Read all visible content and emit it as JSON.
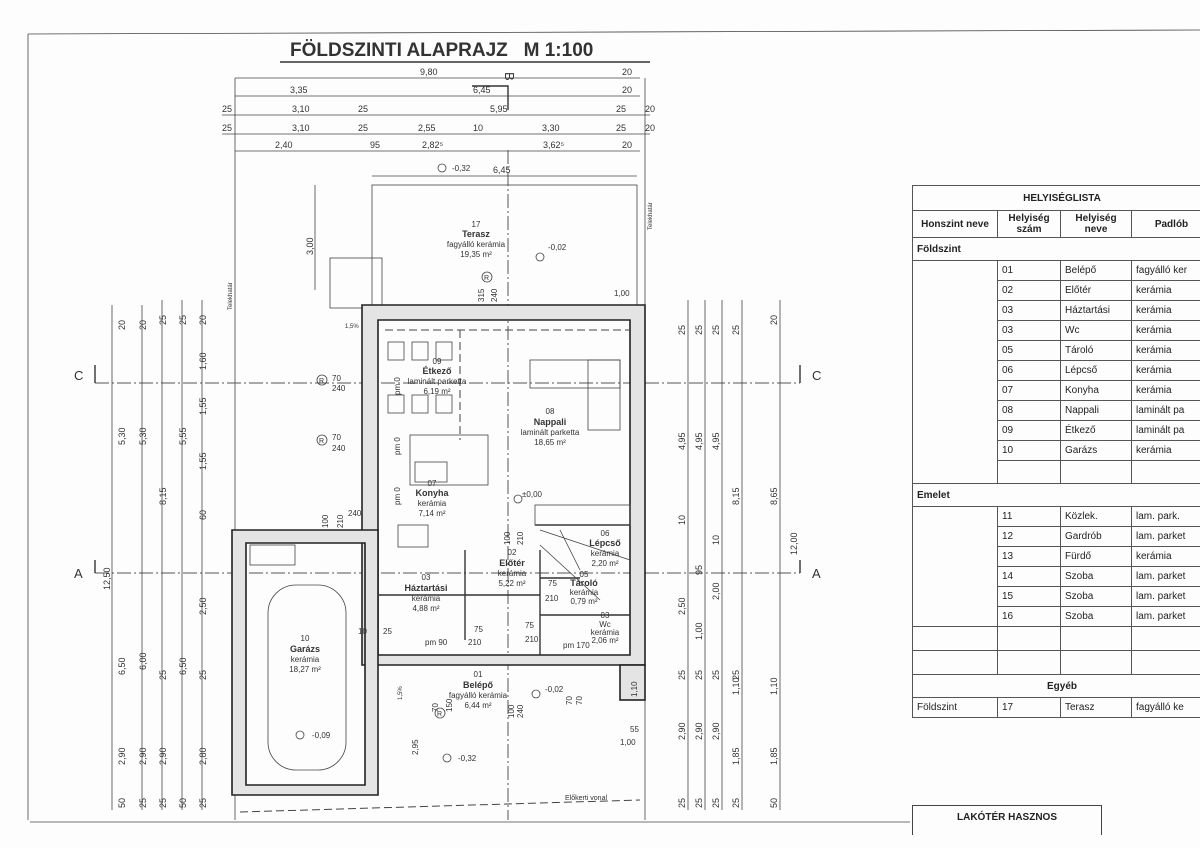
{
  "title": "FÖLDSZINTI ALAPRAJZ   M 1:100",
  "sections": {
    "a": "A",
    "b": "B",
    "c": "C"
  },
  "top_dims": {
    "row1": [
      "9,80",
      "20"
    ],
    "row2": [
      "3,35",
      "6,45",
      "20"
    ],
    "row3": [
      "25",
      "3,10",
      "25",
      "5,95",
      "25",
      "20"
    ],
    "row4": [
      "25",
      "3,10",
      "25",
      "2,55",
      "10",
      "3,30",
      "25",
      "20"
    ],
    "row5": [
      "2,40",
      "95",
      "2,82⁵",
      "3,62⁵",
      "20"
    ],
    "terrace_width": "6,45",
    "terrace_depth": "3,00"
  },
  "left_dims": {
    "c1": [
      "20",
      "5,30",
      "6,50",
      "2,90",
      "50"
    ],
    "c2": [
      "20",
      "5,30",
      "6,00",
      "2,90",
      "25"
    ],
    "c3": [
      "25",
      "8,15",
      "25",
      "2,90",
      "25"
    ],
    "c4": [
      "25",
      "5,55",
      "12,50",
      "6,50",
      "50"
    ],
    "c5": [
      "20",
      "1,60",
      "1,55",
      "1,55",
      "60",
      "2,50",
      "25",
      "2,80",
      "25"
    ]
  },
  "right_dims": {
    "c1": [
      "25",
      "4,95",
      "10",
      "2,50",
      "25",
      "2,90",
      "25"
    ],
    "c2": [
      "25",
      "4,95",
      "95",
      "1,00",
      "25",
      "2,90",
      "25"
    ],
    "c3": [
      "25",
      "4,95",
      "10",
      "2,00",
      "25",
      "2,90",
      "25"
    ],
    "c4": [
      "25",
      "8,15",
      "25",
      "1,10",
      "1,85",
      "25"
    ],
    "c5": [
      "20",
      "8,65",
      "12,00",
      "1,10",
      "1,85",
      "50"
    ]
  },
  "levels": [
    "-0,32",
    "-0,02",
    "±0,00",
    "-0,02",
    "-0,09",
    "-0,32"
  ],
  "rooms": [
    {
      "num": "17",
      "name": "Terasz",
      "floor": "fagyálló kerámia",
      "area": "19,35 m²"
    },
    {
      "num": "09",
      "name": "Étkező",
      "floor": "laminált parketta",
      "area": "6,19 m²"
    },
    {
      "num": "08",
      "name": "Nappali",
      "floor": "laminált parketta",
      "area": "18,65 m²"
    },
    {
      "num": "07",
      "name": "Konyha",
      "floor": "kerámia",
      "area": "7,14 m²"
    },
    {
      "num": "06",
      "name": "Lépcső",
      "floor": "kerámia",
      "area": "2,20 m²"
    },
    {
      "num": "02",
      "name": "Előtér",
      "floor": "kerámia",
      "area": "5,22 m²"
    },
    {
      "num": "05",
      "name": "Tároló",
      "floor": "kerámia",
      "area": "0,79 m²"
    },
    {
      "num": "03",
      "name": "Háztartási",
      "floor": "kerámia",
      "area": "4,88 m²"
    },
    {
      "num": "03",
      "name": "Wc",
      "floor": "kerámia",
      "area": "2,06 m²"
    },
    {
      "num": "10",
      "name": "Garázs",
      "floor": "kerámia",
      "area": "18,27 m²"
    },
    {
      "num": "01",
      "name": "Belépő",
      "floor": "fagyálló kerámia",
      "area": "6,44 m²"
    }
  ],
  "openings": {
    "w1": [
      "315",
      "240"
    ],
    "w2": [
      "70",
      "240"
    ],
    "w3": [
      "70",
      "240"
    ],
    "w4": [
      "100",
      "210",
      "240"
    ],
    "d1": [
      "100",
      "210"
    ],
    "d2": [
      "75",
      "210"
    ],
    "d3": [
      "75",
      "210"
    ],
    "d4": [
      "75",
      "210"
    ],
    "pm1": "pm 90",
    "pm2": "pm 170",
    "pm0": "pm 0",
    "d5": [
      "10",
      "25"
    ],
    "entry": [
      "70",
      "150",
      "100",
      "240",
      "70",
      "70"
    ],
    "slope": "1,5%",
    "slope2": "1,5%",
    "side": [
      "1,00",
      "1,10",
      "55",
      "1,00",
      "2,95"
    ],
    "r": "R"
  },
  "notes": {
    "telekhatar": "Telekhatár",
    "elokert": "Előkerti vonal"
  },
  "table": {
    "title": "HELYISÉGLISTA",
    "headers": [
      "Honszint neve",
      "Helyiség szám",
      "Helyiség neve",
      "Padlób"
    ],
    "groups": [
      {
        "name": "Földszint",
        "rows": [
          [
            "01",
            "Belépő",
            "fagyálló ker"
          ],
          [
            "02",
            "Előtér",
            "kerámia"
          ],
          [
            "03",
            "Háztartási",
            "kerámia"
          ],
          [
            "03",
            "Wc",
            "kerámia"
          ],
          [
            "05",
            "Tároló",
            "kerámia"
          ],
          [
            "06",
            "Lépcső",
            "kerámia"
          ],
          [
            "07",
            "Konyha",
            "kerámia"
          ],
          [
            "08",
            "Nappali",
            "laminált pa"
          ],
          [
            "09",
            "Étkező",
            "laminált pa"
          ],
          [
            "10",
            "Garázs",
            "kerámia"
          ]
        ]
      },
      {
        "name": "Emelet",
        "rows": [
          [
            "11",
            "Közlek.",
            "lam. park."
          ],
          [
            "12",
            "Gardrób",
            "lam. parket"
          ],
          [
            "13",
            "Fürdő",
            "kerámia"
          ],
          [
            "14",
            "Szoba",
            "lam. parket"
          ],
          [
            "15",
            "Szoba",
            "lam. parket"
          ],
          [
            "16",
            "Szoba",
            "lam. parket"
          ]
        ]
      }
    ],
    "other_title": "Egyéb",
    "other_row": [
      "Földszint",
      "17",
      "Terasz",
      "fagyálló ke"
    ]
  },
  "lakoter": "LAKÓTÉR HASZNOS"
}
